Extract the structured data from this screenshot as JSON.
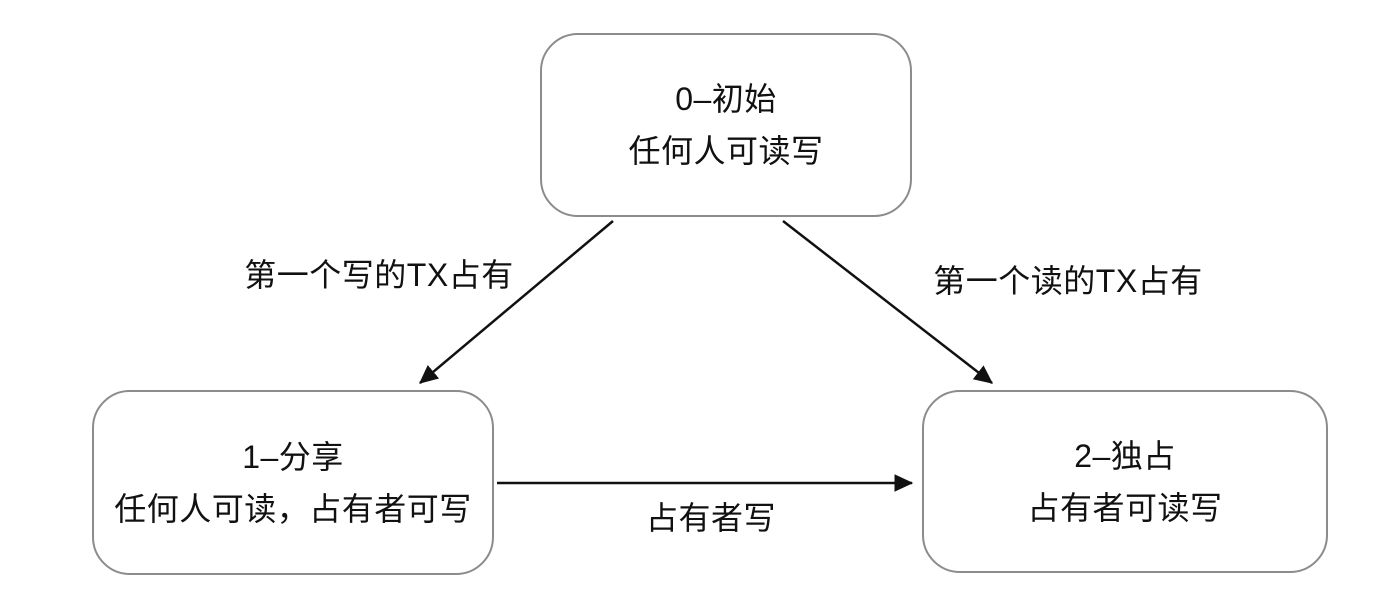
{
  "diagram": {
    "title": "lock-state-machine",
    "nodes": [
      {
        "id": "state0",
        "title": "0–初始",
        "subtitle": "任何人可读写"
      },
      {
        "id": "state1",
        "title": "1–分享",
        "subtitle": "任何人可读，占有者可写"
      },
      {
        "id": "state2",
        "title": "2–独占",
        "subtitle": "占有者可读写"
      }
    ],
    "edges": [
      {
        "from": "state0",
        "to": "state1",
        "label": "第一个写的TX占有"
      },
      {
        "from": "state0",
        "to": "state2",
        "label": "第一个读的TX占有"
      },
      {
        "from": "state1",
        "to": "state2",
        "label": "占有者写"
      }
    ],
    "colors": {
      "background": "#ffffff",
      "node_fill": "#ffffff",
      "node_border": "#8c8c8c",
      "text": "#111111",
      "arrow": "#111111"
    }
  }
}
